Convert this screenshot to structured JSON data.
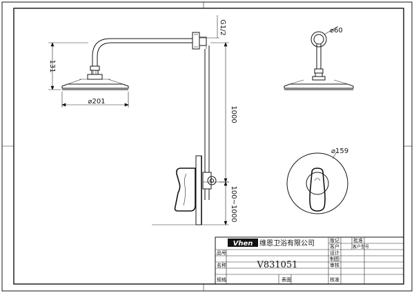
{
  "dimensions": {
    "height_131": "131",
    "thread_g12": "G1/2",
    "diameter_201": "⌀201",
    "length_1000": "1000",
    "range_100_1000": "100~1000",
    "diameter_60": "⌀60",
    "diameter_159": "⌀159"
  },
  "title_block": {
    "brand": "Vhen",
    "company": "维恩卫浴有限公司",
    "model": "V831051",
    "labels": {
      "version": "版记",
      "approve": "批准",
      "customer": "客户",
      "customer_code": "客户型号",
      "design": "设计",
      "drawing": "制图",
      "check": "审核",
      "audit": "核准",
      "part_no": "品号",
      "name": "名称",
      "spec": "规格",
      "material": "表面"
    }
  }
}
